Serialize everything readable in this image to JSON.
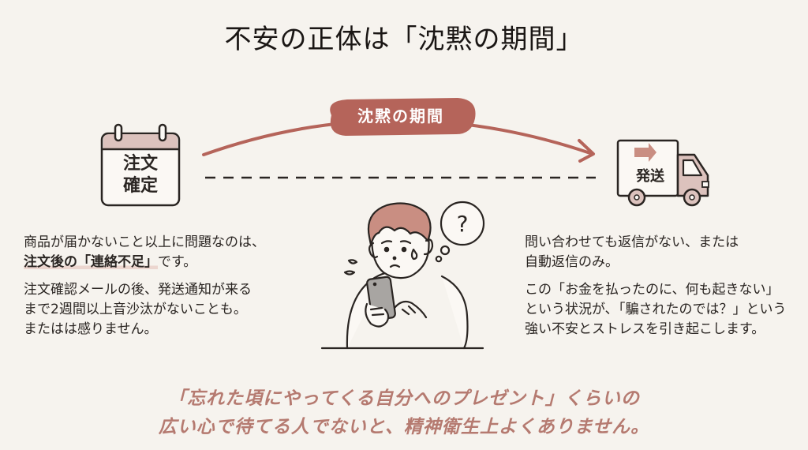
{
  "title": "不安の正体は「沈黙の期間」",
  "timeline": {
    "start_label_line1": "注文",
    "start_label_line2": "確定",
    "period_label": "沈黙の期間",
    "end_label": "発送",
    "icons": [
      "calendar-icon",
      "curved-arrow-icon",
      "dashed-line",
      "truck-icon",
      "worried-person-illustration",
      "thought-bubble-question-icon"
    ]
  },
  "left": {
    "p1_line1": "商品が届かないこと以上に問題なのは、",
    "p1_highlight": "注文後の「連絡不足」",
    "p1_tail": "です。",
    "p2_line1": "注文確認メールの後、発送通知が来る",
    "p2_line2": "まで2週間以上音沙汰がないことも。",
    "p2_line3": "またはは感りません。"
  },
  "right": {
    "p1_line1": "問い合わせても返信がない、または",
    "p1_line2": "自動返信のみ。",
    "p2_line1": "この「お金を払ったのに、何も起きない」",
    "p2_line2": "という状況が､「騙されたのでは？」という",
    "p2_line3": "強い不安とストレスを引き起こします。"
  },
  "footer": {
    "line1": "「忘れた頃にやってくる自分へのプレゼント」くらいの",
    "line2": "広い心で待てる人でないと、精神衛生上よくありません。"
  },
  "colors": {
    "background": "#f6f3ee",
    "accent": "#b5645a",
    "accent_light": "#dcc2bd",
    "hair": "#c98e82",
    "text": "#2a2522",
    "footer_text": "#b57a70"
  }
}
